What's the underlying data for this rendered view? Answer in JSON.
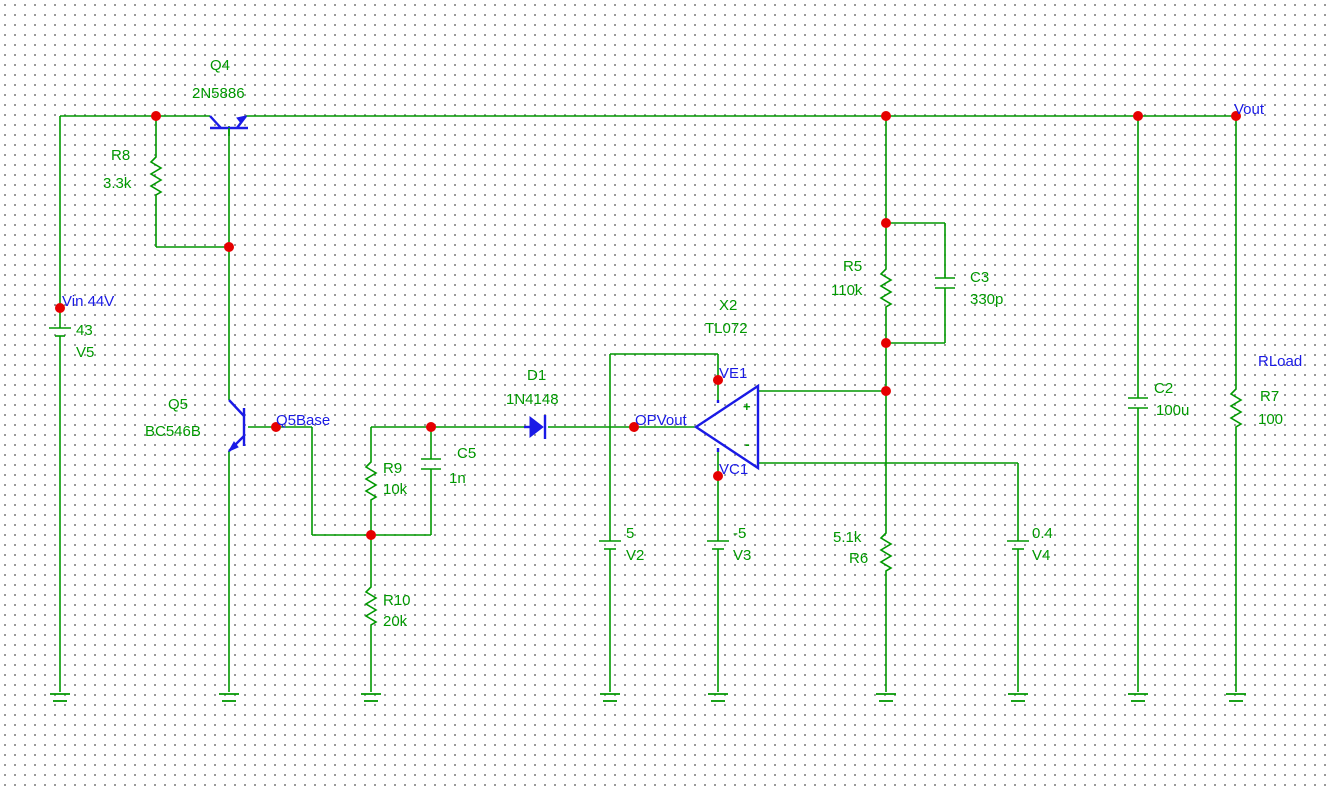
{
  "components": {
    "Q4": {
      "ref": "Q4",
      "value": "2N5886"
    },
    "Q5": {
      "ref": "Q5",
      "value": "BC546B"
    },
    "R8": {
      "ref": "R8",
      "value": "3.3k"
    },
    "V5": {
      "ref": "V5",
      "value": "43"
    },
    "R9": {
      "ref": "R9",
      "value": "10k"
    },
    "R10": {
      "ref": "R10",
      "value": "20k"
    },
    "C5": {
      "ref": "C5",
      "value": "1n"
    },
    "D1": {
      "ref": "D1",
      "value": "1N4148"
    },
    "V2": {
      "ref": "V2",
      "value": "5"
    },
    "X2": {
      "ref": "X2",
      "value": "TL072"
    },
    "V3": {
      "ref": "V3",
      "value": "-5"
    },
    "R5": {
      "ref": "R5",
      "value": "110k"
    },
    "C3": {
      "ref": "C3",
      "value": "330p"
    },
    "R6": {
      "ref": "R6",
      "value": "5.1k"
    },
    "V4": {
      "ref": "V4",
      "value": "0.4"
    },
    "C2": {
      "ref": "C2",
      "value": "100u"
    },
    "R7": {
      "ref": "R7",
      "value": "100"
    }
  },
  "nets": {
    "vin": "Vin  44V",
    "vout": "Vout",
    "q5base": "Q5Base",
    "opvout": "OPVout",
    "ve1": "VE1",
    "vc1": "VC1",
    "rload": "RLoad"
  },
  "opamp_pins": {
    "plus": "+",
    "minus": "-"
  },
  "colors": {
    "wire": "#009900",
    "symbol": "#1a1ae6",
    "node": "#e60000",
    "grid": "#7f7f7f"
  }
}
